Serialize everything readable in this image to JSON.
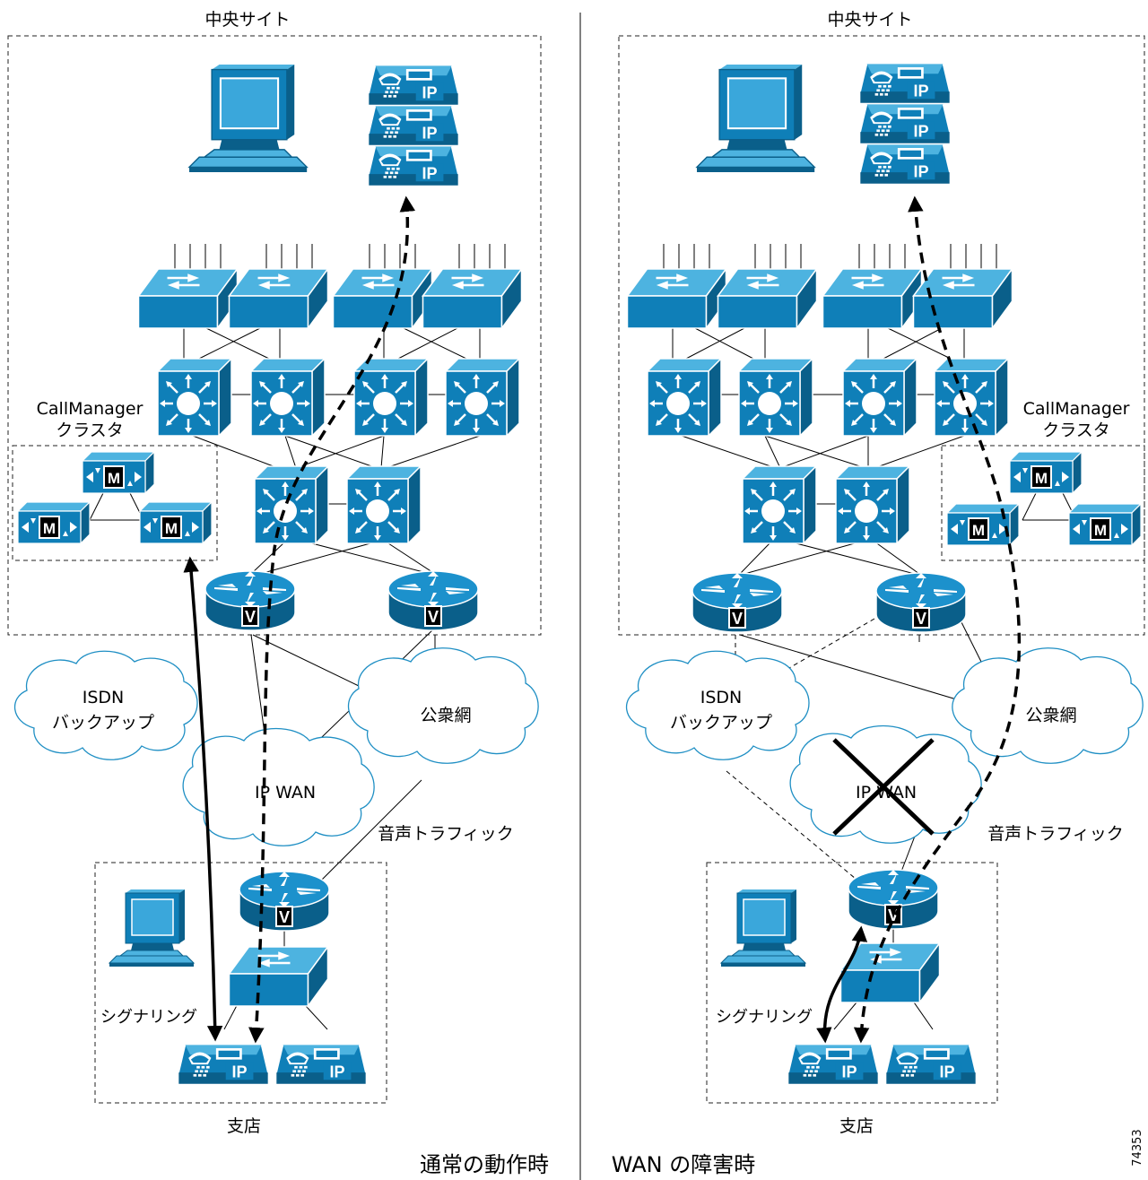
{
  "left": {
    "site_title": "中央サイト",
    "cluster_line1": "CallManager",
    "cluster_line2": "クラスタ",
    "isdn_line1": "ISDN",
    "isdn_line2": "バックアップ",
    "pstn": "公衆網",
    "ipwan": "IP WAN",
    "voice_traffic": "音声トラフィック",
    "signaling": "シグナリング",
    "branch": "支店",
    "caption": "通常の動作時"
  },
  "right": {
    "site_title": "中央サイト",
    "cluster_line1": "CallManager",
    "cluster_line2": "クラスタ",
    "isdn_line1": "ISDN",
    "isdn_line2": "バックアップ",
    "pstn": "公衆網",
    "ipwan": "IP WAN",
    "voice_traffic": "音声トラフィック",
    "signaling": "シグナリング",
    "branch": "支店",
    "caption": "WAN の障害時"
  },
  "icon_text": {
    "phone": "IP",
    "router": "V",
    "callmanager": "M"
  },
  "figure_id": "74353",
  "colors": {
    "device": "#0f7fb8",
    "device_light": "#4db3e0",
    "device_dark": "#0a5f8a",
    "cloud_outline": "#1f8fc4",
    "path": "#000000"
  }
}
